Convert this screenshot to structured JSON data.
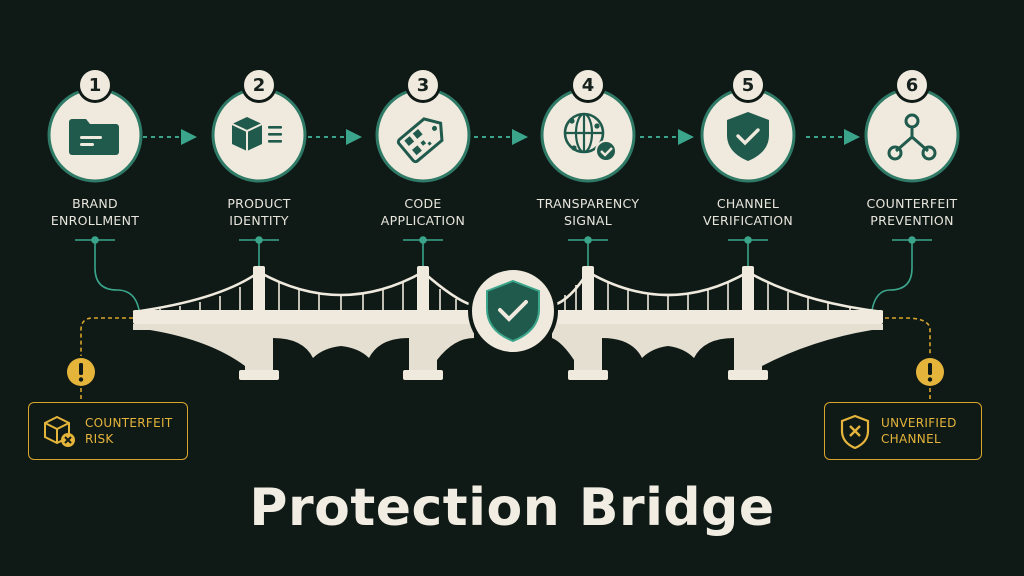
{
  "title": "Protection Bridge",
  "steps": [
    {
      "number": "1",
      "label": "BRAND\nENROLLMENT",
      "icon": "folder-icon"
    },
    {
      "number": "2",
      "label": "PRODUCT\nIDENTITY",
      "icon": "package-icon"
    },
    {
      "number": "3",
      "label": "CODE\nAPPLICATION",
      "icon": "qr-tag-icon"
    },
    {
      "number": "4",
      "label": "TRANSPARENCY\nSIGNAL",
      "icon": "globe-check-icon"
    },
    {
      "number": "5",
      "label": "CHANNEL\nVERIFICATION",
      "icon": "shield-check-icon"
    },
    {
      "number": "6",
      "label": "COUNTERFEIT\nPREVENTION",
      "icon": "network-icon"
    }
  ],
  "center_badge": {
    "icon": "shield-check-icon"
  },
  "risks": {
    "left": {
      "label": "COUNTERFEIT\nRISK",
      "icon": "box-x-icon",
      "alert_icon": "warning-icon"
    },
    "right": {
      "label": "UNVERIFIED\nCHANNEL",
      "icon": "shield-x-icon",
      "alert_icon": "warning-icon"
    }
  },
  "colors": {
    "background": "#0f1a17",
    "accent": "#1f5a4c",
    "cream": "#efeadd",
    "warning": "#e5b43a"
  }
}
